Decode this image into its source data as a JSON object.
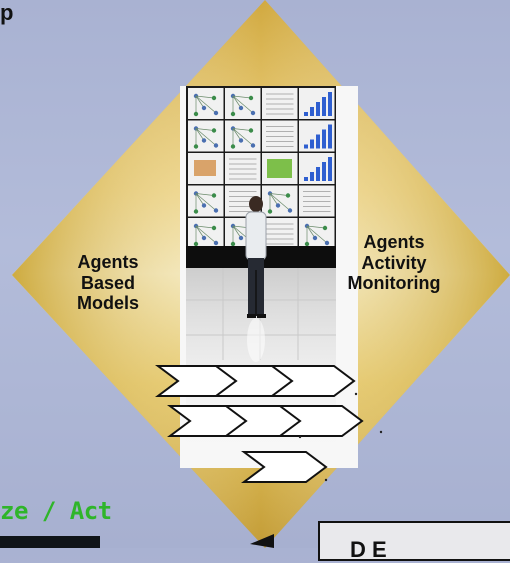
{
  "diagram": {
    "top_partial_text": "p",
    "left_label": [
      "Agents",
      "Based",
      "Models"
    ],
    "right_label": [
      "Agents",
      "Activity",
      "Monitoring"
    ],
    "bottom_left_label": "ze / Act",
    "bottom_right_box_text": "D     E",
    "colors": {
      "background": "#b0b9d6",
      "diamond_gold": "#d8b32c",
      "chevron_stroke": "#111111",
      "chevron_fill": "#ffffff",
      "green_text": "#2fb52a"
    }
  }
}
